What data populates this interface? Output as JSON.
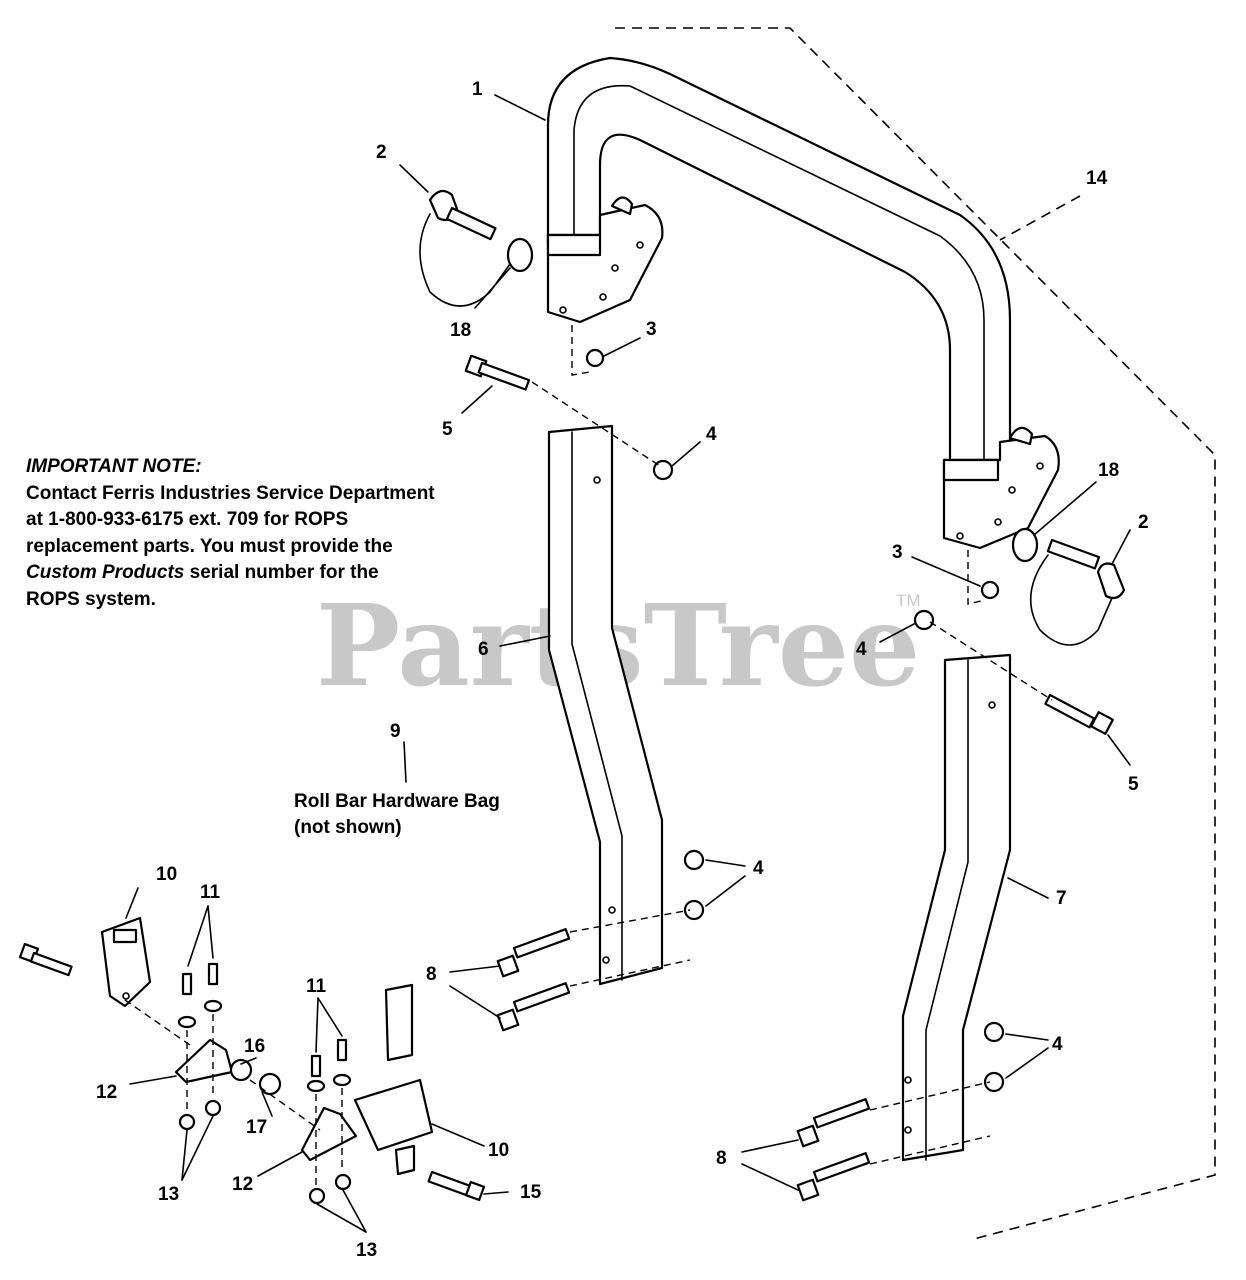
{
  "watermark": {
    "text": "PartsTree",
    "tm": "TM"
  },
  "note": {
    "heading": "IMPORTANT NOTE:",
    "line1": "Contact Ferris Industries Service Department",
    "line2": "at 1-800-933-6175 ext. 709 for ROPS",
    "line3": "replacement parts.  You must provide the",
    "line4_italic": "Custom Products",
    "line4_rest": " serial number for the",
    "line5": "ROPS system."
  },
  "hardware_bag": {
    "line1": "Roll Bar Hardware Bag",
    "line2": "(not shown)"
  },
  "callouts": {
    "c1": "1",
    "c2a": "2",
    "c2b": "2",
    "c3a": "3",
    "c3b": "3",
    "c4a": "4",
    "c4b": "4",
    "c4c": "4",
    "c4d": "4",
    "c5a": "5",
    "c5b": "5",
    "c6": "6",
    "c7": "7",
    "c8a": "8",
    "c8b": "8",
    "c9": "9",
    "c10a": "10",
    "c10b": "10",
    "c11a": "11",
    "c11b": "11",
    "c12a": "12",
    "c12b": "12",
    "c13a": "13",
    "c13b": "13",
    "c14": "14",
    "c15": "15",
    "c16": "16",
    "c17": "17",
    "c18a": "18",
    "c18b": "18"
  }
}
